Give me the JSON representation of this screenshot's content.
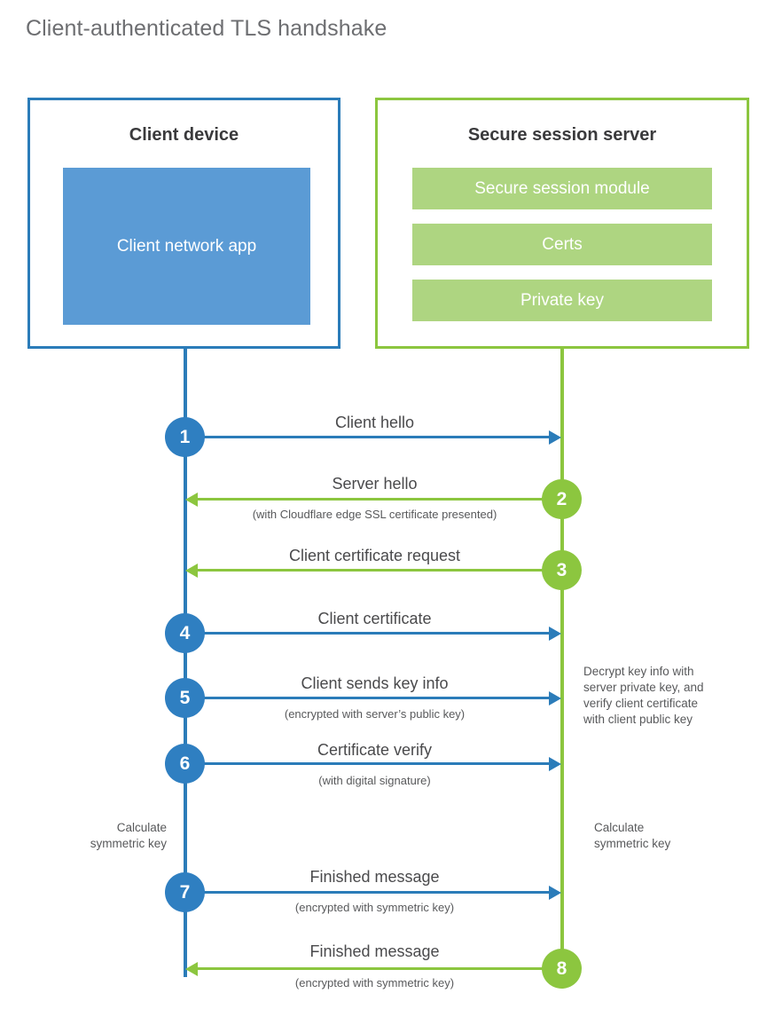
{
  "title": "Client-authenticated TLS handshake",
  "parties": {
    "client": {
      "title": "Client device",
      "app_block": "Client network\napp"
    },
    "server": {
      "title": "Secure session server",
      "blocks": [
        "Secure session module",
        "Certs",
        "Private key"
      ]
    }
  },
  "colors": {
    "client_blue": "#2b7cb9",
    "client_app_fill": "#5b9bd5",
    "server_green": "#8cc63f",
    "server_block_fill": "#aed581",
    "badge_blue": "#2f7fc1",
    "badge_green": "#8cc63f",
    "title_gray": "#6d6e71",
    "text_gray": "#4a4a4c"
  },
  "steps": [
    {
      "number": "1",
      "label": "Client hello",
      "sublabel": "",
      "direction": "client-to-server",
      "color": "blue"
    },
    {
      "number": "2",
      "label": "Server hello",
      "sublabel": "(with Cloudflare edge SSL certificate presented)",
      "direction": "server-to-client",
      "color": "green"
    },
    {
      "number": "3",
      "label": "Client certificate request",
      "sublabel": "",
      "direction": "server-to-client",
      "color": "green"
    },
    {
      "number": "4",
      "label": "Client certificate",
      "sublabel": "",
      "direction": "client-to-server",
      "color": "blue"
    },
    {
      "number": "5",
      "label": "Client sends key info",
      "sublabel": "(encrypted with server’s public key)",
      "direction": "client-to-server",
      "color": "blue"
    },
    {
      "number": "6",
      "label": "Certificate verify",
      "sublabel": "(with digital signature)",
      "direction": "client-to-server",
      "color": "blue"
    },
    {
      "number": "7",
      "label": "Finished message",
      "sublabel": "(encrypted with symmetric key)",
      "direction": "client-to-server",
      "color": "blue"
    },
    {
      "number": "8",
      "label": "Finished message",
      "sublabel": "(encrypted with symmetric key)",
      "direction": "server-to-client",
      "color": "green"
    }
  ],
  "notes": {
    "server_decrypt": "Decrypt key info with\nserver private key, and\nverify client certificate\nwith client public key",
    "client_calculate": "Calculate\nsymmetric key",
    "server_calculate": "Calculate\nsymmetric key"
  }
}
